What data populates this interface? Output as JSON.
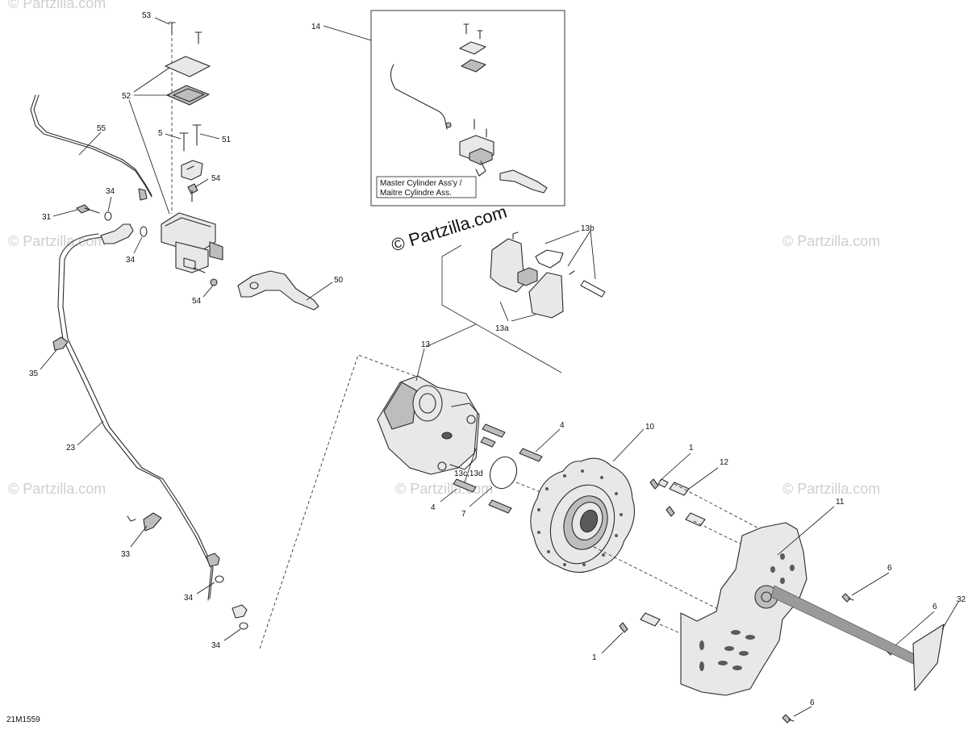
{
  "watermark": {
    "main": "© Partzilla.com",
    "faint": "© Partzilla.com"
  },
  "diagram_id": "21M1559",
  "inset_label": {
    "line1": "Master Cylinder Ass'y /",
    "line2": "Maitre Cylindre Ass."
  },
  "callouts": {
    "c53": "53",
    "c52": "52",
    "c5": "5",
    "c51": "51",
    "c54a": "54",
    "c54b": "54",
    "c55": "55",
    "c34a": "34",
    "c31": "31",
    "c34b": "34",
    "c50": "50",
    "c35": "35",
    "c23": "23",
    "c33": "33",
    "c34c": "34",
    "c34d": "34",
    "c14": "14",
    "c13b": "13b",
    "c13a": "13a",
    "c13": "13",
    "c4a": "4",
    "c13cd": "13c,13d",
    "c4b": "4",
    "c7": "7",
    "c10": "10",
    "c1a": "1",
    "c12": "12",
    "c11": "11",
    "c6a": "6",
    "c6b": "6",
    "c32": "32",
    "c1b": "1",
    "c6c": "6"
  }
}
